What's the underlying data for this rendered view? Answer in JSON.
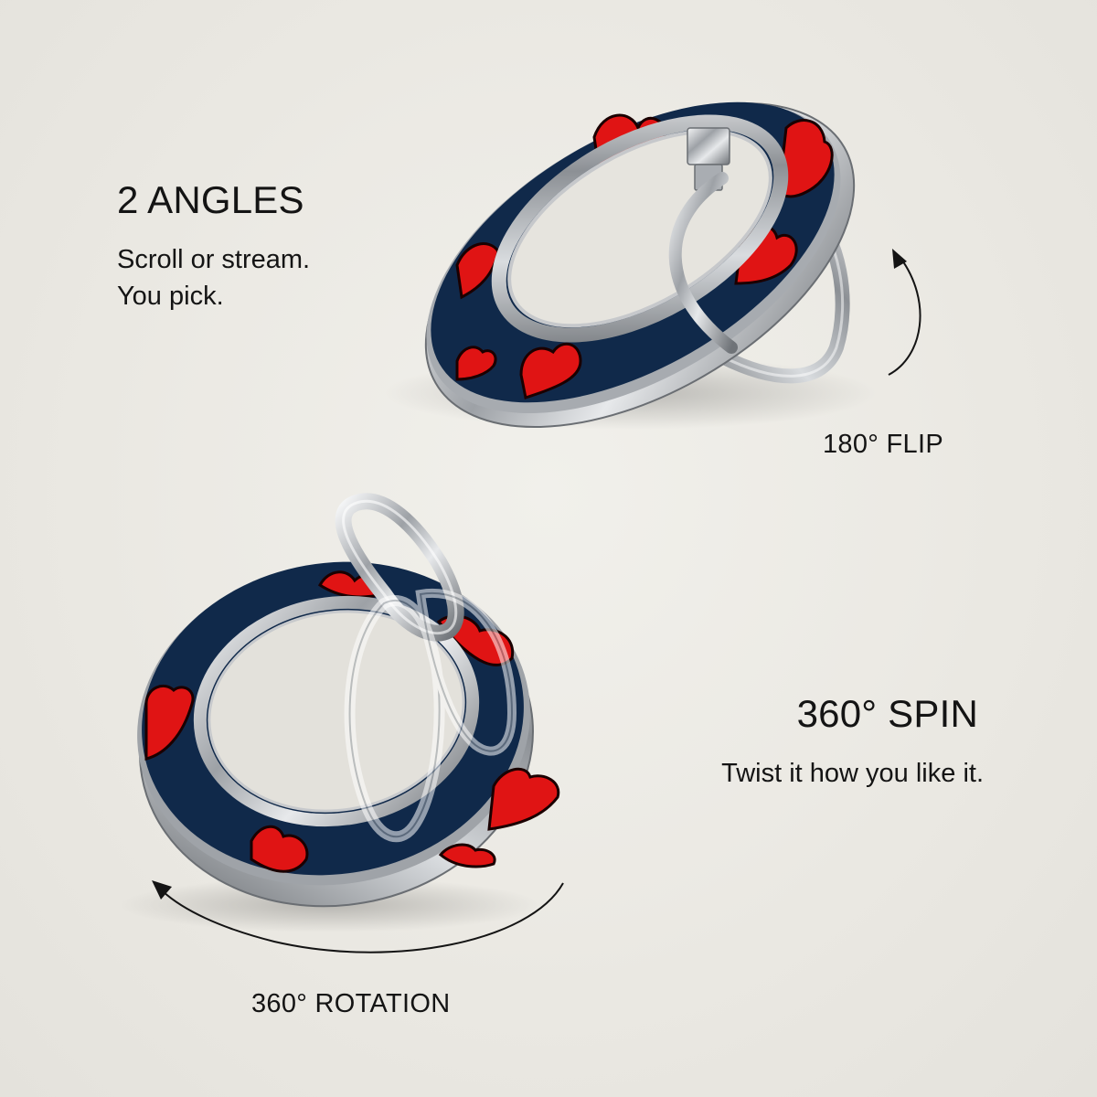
{
  "colors": {
    "background": "#ecebe6",
    "ring_face": "#10294a",
    "heart": "#e01414",
    "metal": "#b9bcc0",
    "text": "#141414"
  },
  "features": {
    "angles": {
      "title": "2 ANGLES",
      "description_lines": [
        "Scroll or stream.",
        "You pick."
      ],
      "motion_label": "180° FLIP"
    },
    "spin": {
      "title": "360° SPIN",
      "description": "Twist it how you like it.",
      "motion_label": "360° ROTATION"
    }
  },
  "icons": {
    "flip_arrow": "curved-up-arrow-icon",
    "rotation_arrow": "curved-left-arrow-icon"
  }
}
